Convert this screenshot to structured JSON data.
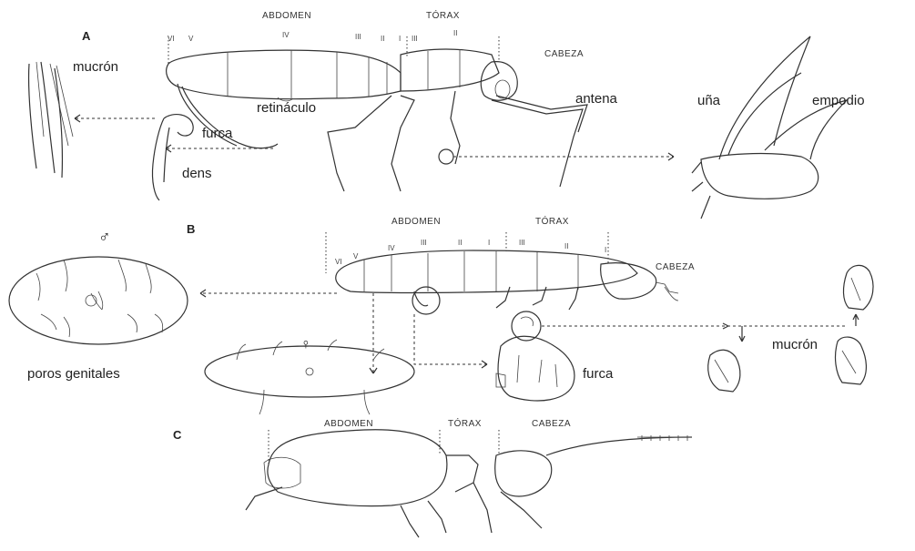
{
  "panels": {
    "a": {
      "letter": "A",
      "abdomen": "ABDOMEN",
      "torax": "TÓRAX",
      "cabeza": "CABEZA",
      "seg_vi": "VI",
      "seg_v": "V",
      "seg_iv": "IV",
      "seg_iii": "III",
      "seg_ii": "II",
      "seg_i": "I",
      "th_iii": "III",
      "th_ii": "II",
      "mucron": "mucrón",
      "furca": "furca",
      "dens": "dens",
      "retinaculo": "retináculo",
      "antena": "antena",
      "una": "uña",
      "empodio": "empodio"
    },
    "b": {
      "letter": "B",
      "abdomen": "ABDOMEN",
      "torax": "TÓRAX",
      "cabeza": "CABEZA",
      "seg_vi": "VI",
      "seg_v": "V",
      "seg_iv": "IV",
      "seg_iii": "III",
      "seg_ii": "II",
      "seg_i": "I",
      "th_iii": "III",
      "th_ii": "II",
      "th_i": "I",
      "poros": "poros genitales",
      "furca": "furca",
      "mucron": "mucrón",
      "male_symbol": "♂",
      "female_symbol": "♀"
    },
    "c": {
      "letter": "C",
      "abdomen": "ABDOMEN",
      "torax": "TÓRAX",
      "cabeza": "CABEZA"
    }
  },
  "colors": {
    "ink": "#333333",
    "background": "#ffffff"
  }
}
